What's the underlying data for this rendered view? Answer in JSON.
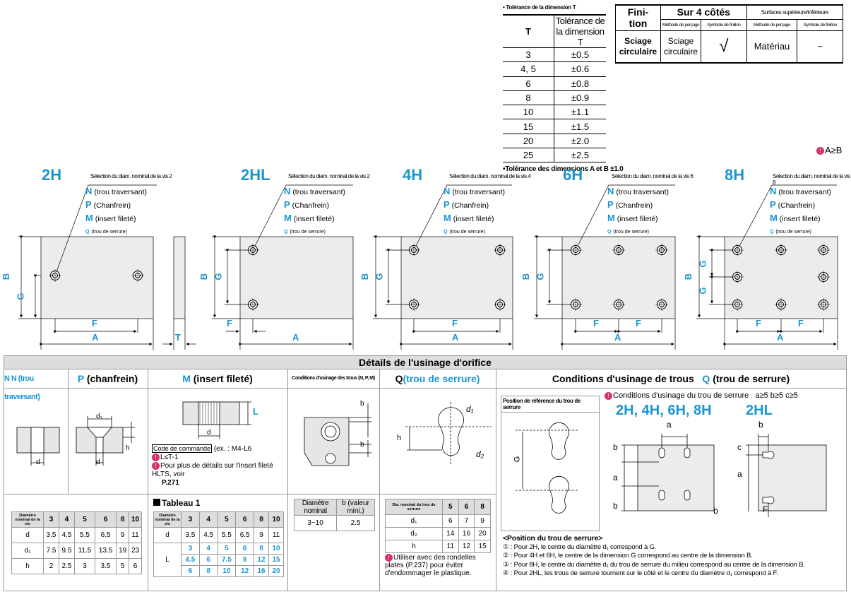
{
  "tolerance_T": {
    "title": "• Tolérance de la dimension T",
    "col_T": "T",
    "col_tol": "Tolérance de la dimension T",
    "rows": [
      {
        "t": "3",
        "tol": "±0.5"
      },
      {
        "t": "4, 5",
        "tol": "±0.6"
      },
      {
        "t": "6",
        "tol": "±0.8"
      },
      {
        "t": "8",
        "tol": "±0.9"
      },
      {
        "t": "10",
        "tol": "±1.1"
      },
      {
        "t": "15",
        "tol": "±1.5"
      },
      {
        "t": "20",
        "tol": "±2.0"
      },
      {
        "t": "25",
        "tol": "±2.5"
      }
    ],
    "footer": "•Tolérance des dimensions A et B ±1.0"
  },
  "finition": {
    "corner": "Fini-\ntion",
    "sides_header": "Sur 4 côtés",
    "surfaces_header": "Surfaces supérieure/inférieure",
    "method_label": "Méthode de perçage",
    "symbol_label": "Symbole de finition",
    "row_label": "Sciage circulaire",
    "sides_method": "Sciage circulaire",
    "sides_symbol": "√",
    "surf_method": "Matériau",
    "surf_symbol": "~"
  },
  "note_ab": "A≥B",
  "variants": [
    {
      "name": "2H",
      "sel": "Sélection du diam. nominal de la vis 2"
    },
    {
      "name": "2HL",
      "sel": "Sélection du diam. nominal de la vis 2"
    },
    {
      "name": "4H",
      "sel": "Sélection du diam. nominal de la vis 4"
    },
    {
      "name": "6H",
      "sel": "Sélection du diam. nominal de la vis 6"
    },
    {
      "name": "8H",
      "sel": "Sélection du diam. nominal de la vis 8"
    }
  ],
  "hole_codes": {
    "n": "N",
    "n_text": "(trou traversant)",
    "p": "P",
    "p_text": "(Chanfrein)",
    "m": "M",
    "m_text": "(insert fileté)",
    "q": "Q",
    "q_text": "(trou de serrure)"
  },
  "dims": {
    "A": "A",
    "B": "B",
    "F": "F",
    "G": "G",
    "T": "T"
  },
  "details": {
    "title": "Détails de l'usinage d'orifice",
    "col_n": "N (trou traversant)",
    "col_p_code": "P",
    "col_p_text": "(chanfrein)",
    "col_m_code": "M",
    "col_m_text": "(insert fileté)",
    "col_cond": "Conditions d'usinage des trous (N, P, M)",
    "col_q_code": "Q",
    "col_q_text": "(trou de serrure)",
    "col_cond_q": "Conditions d'usinage de trous",
    "col_cond_q_code": "Q",
    "col_cond_q_text": "(trou de serrure)",
    "m_code_label": "Code de commande",
    "m_example": "(ex. : M4-L6",
    "m_note1": "L≤T-1",
    "m_note2": "Pour plus de détails sur l'insert fileté HLTS, voir",
    "m_page": "P.271",
    "ref_pos_title": "Position de référence du trou de serrure",
    "q_cond_note": "Conditions d'usinage du trou de serrure",
    "q_cond_rule": "a≥5 b≥5 c≥5",
    "q_variants": "2H, 4H, 6H, 8H",
    "q_variant_2hl": "2HL",
    "lbl_d": "d",
    "lbl_d1": "d₁",
    "lbl_d2": "d₂",
    "lbl_h": "h",
    "lbl_L": "L",
    "lbl_b": "b",
    "lbl_a": "a",
    "lbl_c": "c",
    "lbl_F": "F",
    "lbl_G": "G"
  },
  "table_n": {
    "header": [
      "Diamètre nominal de la vis",
      "3",
      "4",
      "5",
      "6",
      "8",
      "10"
    ],
    "rows": [
      [
        "d",
        "3.5",
        "4.5",
        "5.5",
        "6.5",
        "9",
        "11"
      ],
      [
        "d₁",
        "7.5",
        "9.5",
        "11.5",
        "13.5",
        "19",
        "23"
      ],
      [
        "h",
        "2",
        "2.5",
        "3",
        "3.5",
        "5",
        "6"
      ]
    ]
  },
  "table1": {
    "title": "Tableau 1",
    "header": [
      "Diamètre nominal de la vis",
      "3",
      "4",
      "5",
      "6",
      "8",
      "10"
    ],
    "d_row": [
      "d",
      "3.5",
      "4.5",
      "5.5",
      "6.5",
      "9",
      "11"
    ],
    "L_label": "L",
    "L_rows": [
      [
        "3",
        "4",
        "5",
        "6",
        "8",
        "10"
      ],
      [
        "4.5",
        "6",
        "7.5",
        "9",
        "12",
        "15"
      ],
      [
        "6",
        "8",
        "10",
        "12",
        "16",
        "20"
      ]
    ]
  },
  "table_b": {
    "col1": "Diamètre nominal",
    "col2": "b (valeur mini.)",
    "row": [
      "3~10",
      "2.5"
    ]
  },
  "table_q": {
    "header": [
      "Dia. nominal du trou de serrure",
      "5",
      "6",
      "8"
    ],
    "rows": [
      [
        "d₁",
        "6",
        "7",
        "9"
      ],
      [
        "d₂",
        "14",
        "16",
        "20"
      ],
      [
        "h",
        "11",
        "12",
        "15"
      ]
    ],
    "note": "Utiliser avec des rondelles plates (P.237) pour éviter d'endommager le plastique."
  },
  "position": {
    "title": "<Position du trou de serrure>",
    "lines": [
      "① : Pour 2H, le centre du diamètre d₁ correspond à G.",
      "② : Pour 4H et 6H, le centre de la dimension G correspond au centre de la dimension B.",
      "③ : Pour 8H, le centre du diamètre d₁ du trou de serrure du milieu correspond au centre de la dimension B.",
      "④ : Pour 2HL, les trous de serrure tournent sur le côté et le centre du diamètre d₁ correspond à F."
    ]
  }
}
